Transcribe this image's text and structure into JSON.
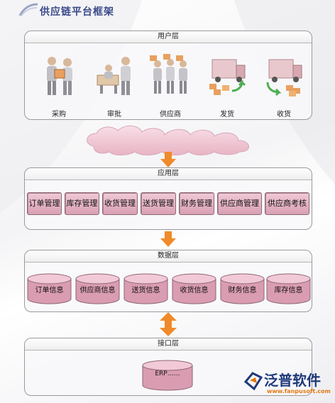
{
  "title": "供应链平台框架",
  "layers": {
    "user": {
      "title": "用户层",
      "items": [
        {
          "label": "采购",
          "icon": "purchasers-icon"
        },
        {
          "label": "审批",
          "icon": "approval-icon"
        },
        {
          "label": "供应商",
          "icon": "suppliers-icon"
        },
        {
          "label": "发货",
          "icon": "shipping-truck-icon"
        },
        {
          "label": "收货",
          "icon": "receiving-truck-icon"
        }
      ]
    },
    "app": {
      "title": "应用层",
      "modules": [
        "订单管理",
        "库存管理",
        "收货管理",
        "送货管理",
        "财务管理",
        "供应商管理",
        "供应商考核"
      ]
    },
    "data": {
      "title": "数据层",
      "stores": [
        "订单信息",
        "供应商信息",
        "送货信息",
        "收货信息",
        "财务信息",
        "库存信息"
      ]
    },
    "interface": {
      "title": "接口层",
      "systems": [
        "ERP……"
      ]
    }
  },
  "logo": {
    "name": "泛普软件",
    "url": "www.fanpusoft.com"
  },
  "colors": {
    "module_fill": "#dba3b6",
    "arrow": "#f08a2a",
    "cloud": "#f2c9d6",
    "title": "#3a4a8a"
  }
}
